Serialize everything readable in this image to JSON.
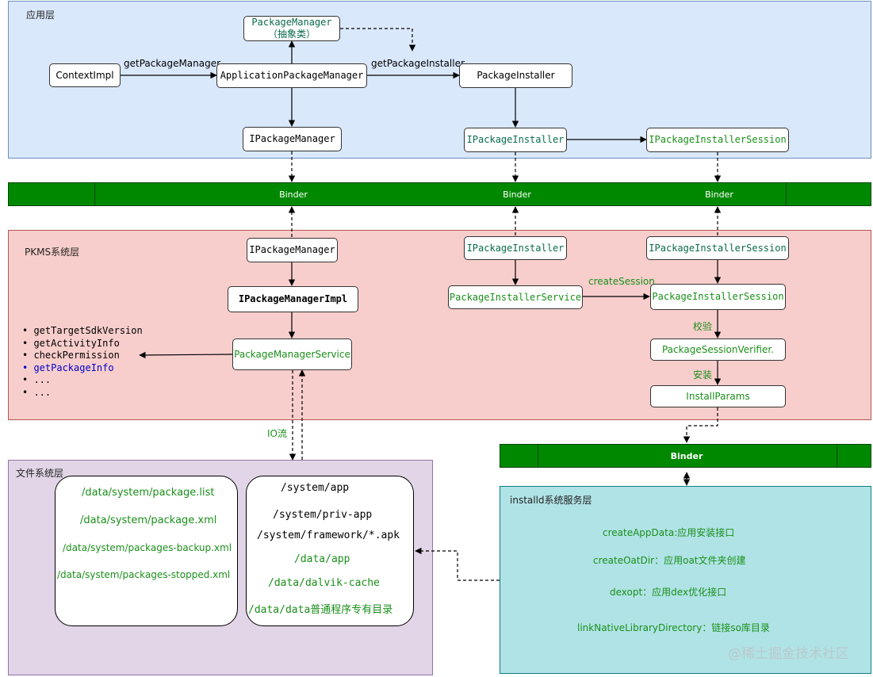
{
  "layers": {
    "app": "应用层",
    "pkms": "PKMS系统层",
    "fs": "文件系统层",
    "installd": "installd系统服务层"
  },
  "app_layer": {
    "package_manager_abstract": [
      "PackageManager",
      "（抽象类）"
    ],
    "context_impl": "ContextImpl",
    "application_package_manager": "ApplicationPackageManager",
    "package_installer": "PackageInstaller",
    "ipackage_manager": "IPackageManager",
    "ipackage_installer": "IPackageInstaller",
    "ipackage_installer_session": "IPackageInstallerSession",
    "edge_get_package_manager": "getPackageManager",
    "edge_get_package_installer": "getPackageInstaller"
  },
  "binder_label": "Binder",
  "pkms_layer": {
    "ipackage_manager": "IPackageManager",
    "ipackage_manager_impl": "IPackageManagerImpl",
    "package_manager_service": "PackageManagerService",
    "ipackage_installer": "IPackageInstaller",
    "package_installer_service": "PackageInstallerService",
    "ipackage_installer_session": "IPackageInstallerSession",
    "package_installer_session": "PackageInstallerSession",
    "package_session_verifier": "PackageSessionVerifier.",
    "install_params": "InstallParams",
    "edge_create_session": "createSession",
    "edge_verify": "校验",
    "edge_install": "安装",
    "methods": [
      "getTargetSdkVersion",
      "getActivityInfo",
      "checkPermission",
      "getPackageInfo",
      "...",
      "..."
    ]
  },
  "io_label": "IO流",
  "fs_layer": {
    "left_paths": [
      "/data/system/package.list",
      "/data/system/package.xml",
      "/data/system/packages-backup.xml",
      "/data/system/packages-stopped.xml"
    ],
    "right_paths": [
      "/system/app",
      "/system/priv-app",
      "/system/framework/*.apk",
      "/data/app",
      "/data/dalvik-cache",
      "/data/data普通程序专有目录"
    ]
  },
  "installd_layer": {
    "items": [
      "createAppData:应用安装接口",
      "createOatDir：应用oat文件夹创建",
      "dexopt：应用dex优化接口",
      "linkNativeLibraryDirectory：链接so库目录"
    ]
  },
  "watermark": "@稀土掘金技术社区",
  "colors": {
    "app_bg": "#dae8fc",
    "pkms_bg": "#f8cecc",
    "fs_bg": "#e1d5e7",
    "installd_bg": "#b0e3e6",
    "binder": "#008800",
    "green_text": "#1a8f1a",
    "method_highlight": "#0000cc"
  }
}
